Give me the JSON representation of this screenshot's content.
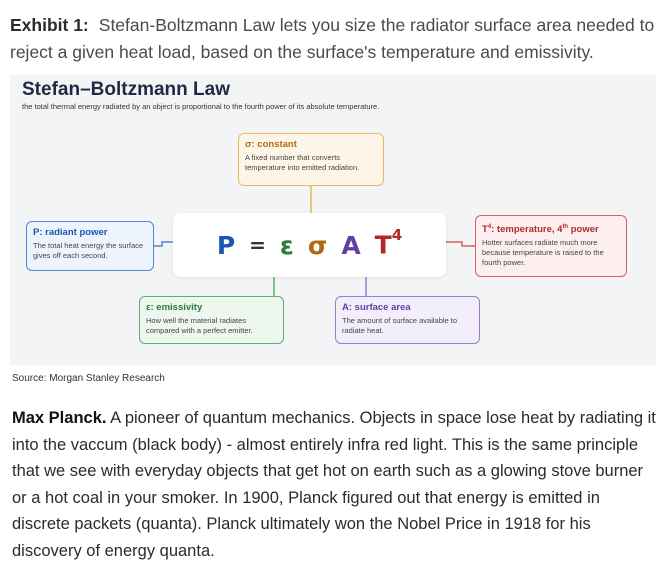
{
  "exhibit": {
    "label": "Exhibit 1:",
    "caption": "Stefan-Boltzmann Law lets you size the radiator surface area needed to reject a given heat load, based on the surface's temperature and emissivity."
  },
  "figure": {
    "title": "Stefan–Boltzmann Law",
    "subtitle": "the total thermal energy radiated by an object is proportional to the fourth power of its absolute temperature.",
    "formula": {
      "P": "P",
      "equals": "=",
      "epsilon": "ε",
      "sigma": "σ",
      "A": "A",
      "T": "T",
      "exponent": "4"
    },
    "boxes": {
      "sigma": {
        "title": "σ: constant",
        "desc": "A fixed number that converts temperature into emitted radiation."
      },
      "power": {
        "title": "P: radiant power",
        "desc": "The total heat energy the surface gives off each second."
      },
      "temperature": {
        "title_prefix": "T",
        "title_sup": "4",
        "title_mid": ": temperature, 4",
        "title_th": "th",
        "title_suffix": " power",
        "desc": "Hotter surfaces radiate much more because temperature is raised to the fourth power."
      },
      "emissivity": {
        "title": "ε: emissivity",
        "desc": "How well the material radiates compared with a perfect emitter."
      },
      "area": {
        "title": "A: surface area",
        "desc": "The amount of surface available to radiate heat."
      }
    },
    "colors": {
      "power": "#1c56b0",
      "sigma": "#b26a12",
      "temperature": "#b02a2a",
      "emissivity": "#2c7a3c",
      "area": "#5e3fa6"
    }
  },
  "source": "Source: Morgan Stanley Research",
  "paragraph": {
    "lead": "Max Planck.",
    "text": " A pioneer of quantum mechanics. Objects in space lose heat by radiating it into the vaccum (black body) - almost entirely infra red light. This is the same principle that we see with everyday objects that get hot on earth such as a glowing stove burner or a hot coal in your smoker. In 1900, Planck figured out that energy is emitted in discrete packets (quanta). Planck ultimately won the Nobel Price in 1918 for his discovery of energy quanta."
  }
}
